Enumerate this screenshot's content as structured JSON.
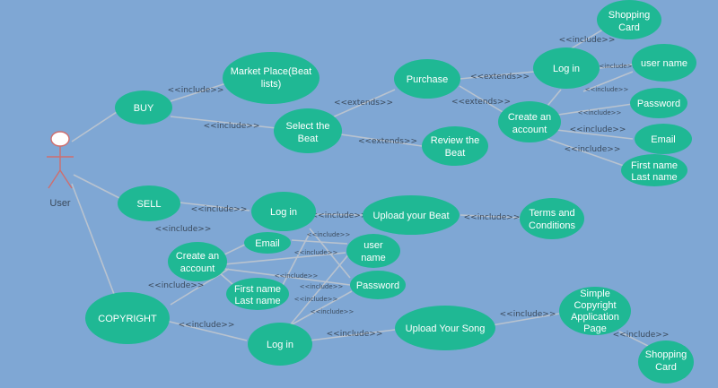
{
  "actor": {
    "name": "User"
  },
  "use_cases": {
    "buy": "BUY",
    "sell": "SELL",
    "copyright": "COPYRIGHT",
    "market_place": [
      "Market Place(Beat",
      "lists)"
    ],
    "select_beat": [
      "Select the",
      "Beat"
    ],
    "purchase": "Purchase",
    "review_beat": [
      "Review the",
      "Beat"
    ],
    "login_top": "Log in",
    "shopping_card_top": [
      "Shopping",
      "Card"
    ],
    "user_name_top": "user name",
    "create_account_top": [
      "Create an",
      "account"
    ],
    "password_top": "Password",
    "email_top": "Email",
    "first_last_top": [
      "First name",
      "Last name"
    ],
    "login_sell": "Log in",
    "upload_beat": "Upload your Beat",
    "terms": [
      "Terms and",
      "Conditions"
    ],
    "email_sell": "Email",
    "user_name_sell": [
      "user",
      "name"
    ],
    "create_account_sell": [
      "Create an",
      "account"
    ],
    "first_last_sell": [
      "First name",
      "Last name"
    ],
    "password_sell": "Password",
    "login_copy": "Log in",
    "upload_song": "Upload Your Song",
    "copyright_page": [
      "Simple",
      "Copyright",
      "Application",
      "Page"
    ],
    "shopping_card_bottom": [
      "Shopping",
      "Card"
    ]
  },
  "relations": {
    "include": "<<include>>",
    "extends": "<<extends>>"
  }
}
